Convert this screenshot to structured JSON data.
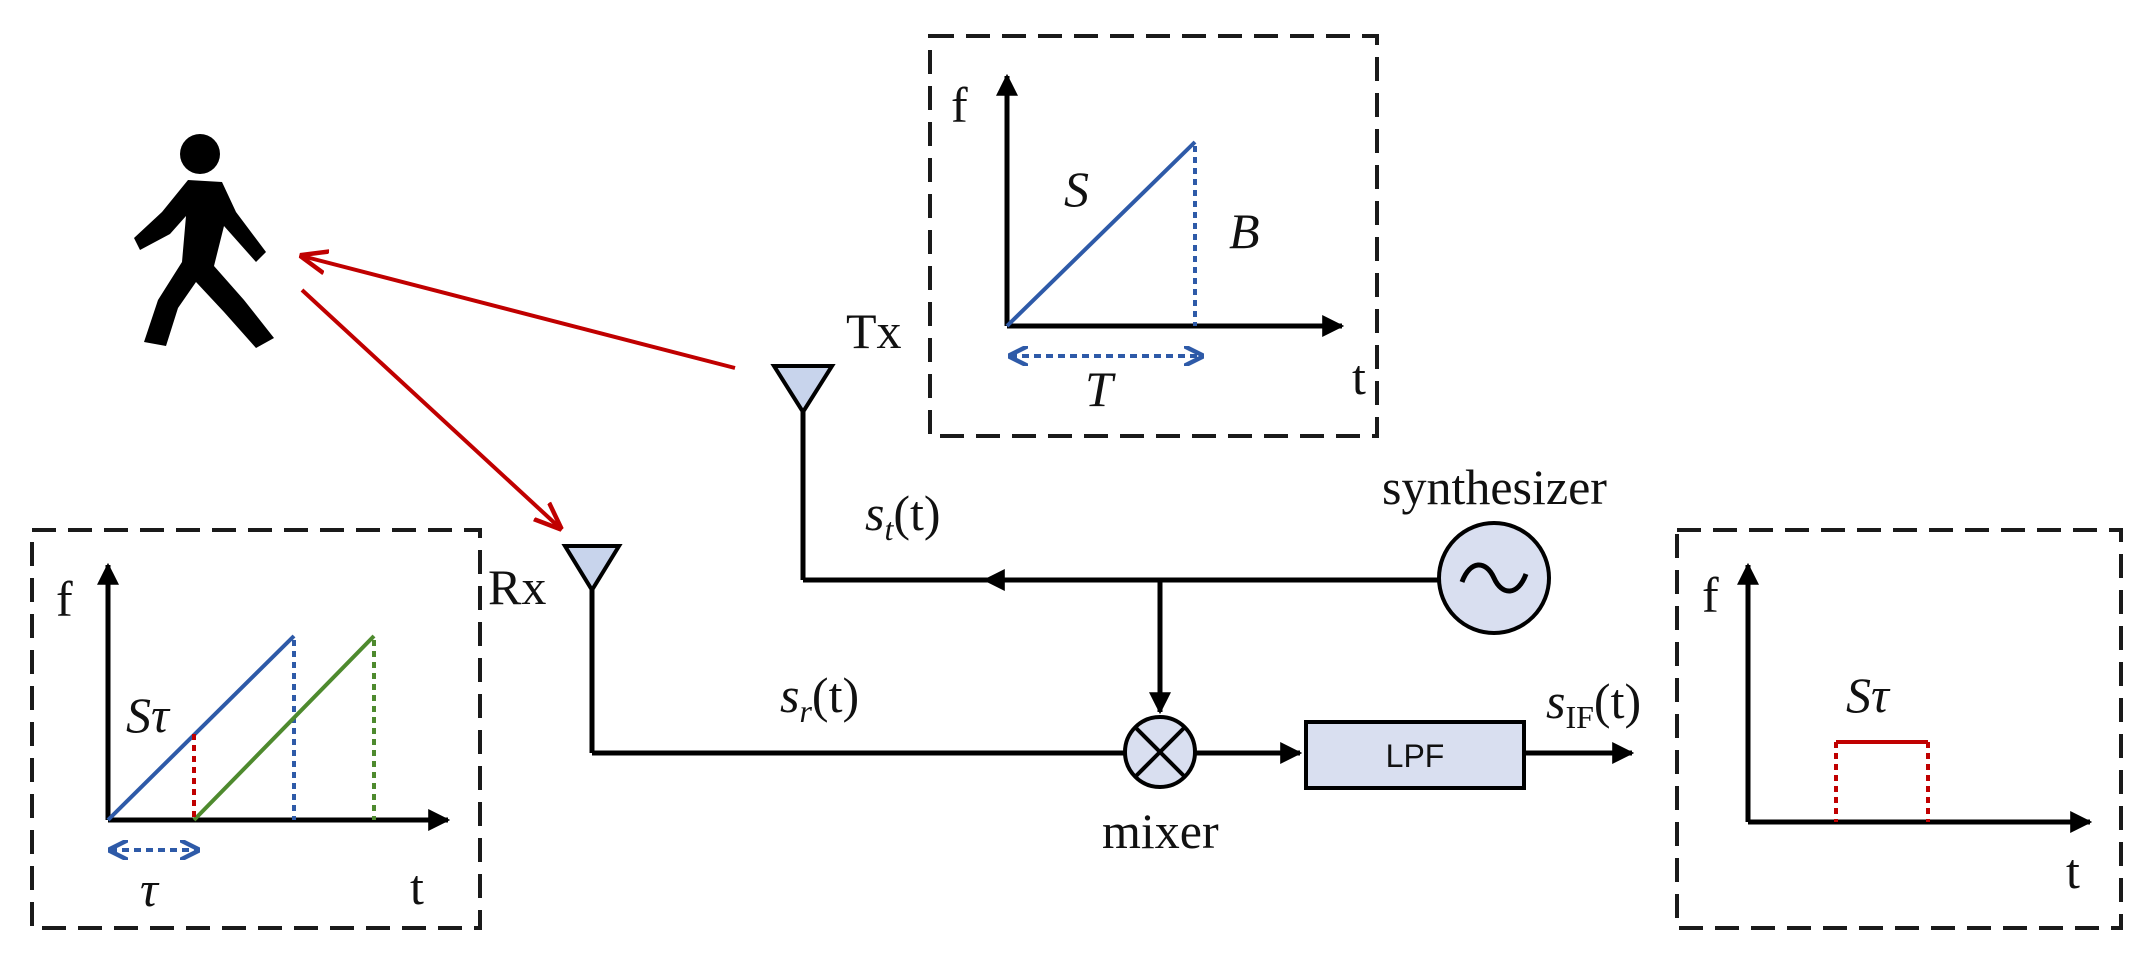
{
  "colors": {
    "blue": "#2e5aa8",
    "green": "#4e8a2e",
    "red": "#c00000",
    "black": "#000000",
    "block_fill": "#d9dff0"
  },
  "icons": {
    "person": "walking-person-icon",
    "tx_antenna": "antenna-icon",
    "rx_antenna": "antenna-icon",
    "synthesizer": "sine-wave-icon",
    "mixer": "multiply-circle-icon"
  },
  "labels": {
    "tx": "Tx",
    "rx": "Rx",
    "synthesizer": "synthesizer",
    "mixer": "mixer",
    "lpf": "LPF",
    "st_main": "s",
    "st_sub": "t",
    "st_arg": "(t)",
    "sr_main": "s",
    "sr_sub": "r",
    "sr_arg": "(t)",
    "sif_main": "s",
    "sif_sub": "IF",
    "sif_arg": "(t)"
  },
  "tx_chart": {
    "y_axis": "f",
    "x_axis": "t",
    "slope": "S",
    "bandwidth": "B",
    "period": "T"
  },
  "rx_chart": {
    "y_axis": "f",
    "x_axis": "t",
    "product": "Sτ",
    "delay": "τ"
  },
  "if_chart": {
    "y_axis": "f",
    "x_axis": "t",
    "product": "Sτ"
  }
}
